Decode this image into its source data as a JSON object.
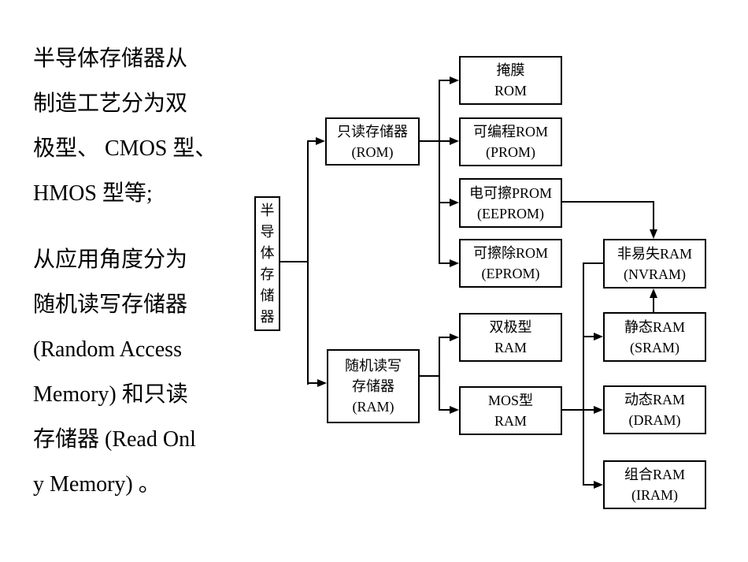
{
  "slide": {
    "background": "#ffffff",
    "text_color": "#000000",
    "line_color": "#000000"
  },
  "intro": {
    "paragraph1": {
      "lines": [
        "半导体存储器从",
        "制造工艺分为双",
        "极型、 CMOS 型、",
        "HMOS 型等;"
      ]
    },
    "paragraph2": {
      "lines": [
        "从应用角度分为",
        "随机读写存储器",
        "(Random Access",
        "Memory) 和只读",
        "存储器 (Read Onl",
        "y Memory) 。"
      ]
    }
  },
  "diagram": {
    "root": {
      "label": "半导体存储器",
      "chars": [
        "半",
        "导",
        "体",
        "存",
        "储",
        "器"
      ]
    },
    "rom": {
      "lines": [
        "只读存储器",
        "(ROM)"
      ]
    },
    "ram": {
      "lines": [
        "随机读写",
        "存储器",
        "(RAM)"
      ]
    },
    "rom_children": [
      {
        "lines": [
          "掩膜",
          "ROM"
        ]
      },
      {
        "lines": [
          "可编程ROM",
          "(PROM)"
        ]
      },
      {
        "lines": [
          "电可擦PROM",
          "(EEPROM)"
        ]
      },
      {
        "lines": [
          "可擦除ROM",
          "(EPROM)"
        ]
      }
    ],
    "ram_children": [
      {
        "lines": [
          "双极型",
          "RAM"
        ]
      },
      {
        "lines": [
          "MOS型",
          "RAM"
        ]
      }
    ],
    "right_column": [
      {
        "lines": [
          "非易失RAM",
          "(NVRAM)"
        ]
      },
      {
        "lines": [
          "静态RAM",
          "(SRAM)"
        ]
      },
      {
        "lines": [
          "动态RAM",
          "(DRAM)"
        ]
      },
      {
        "lines": [
          "组合RAM",
          "(IRAM)"
        ]
      }
    ]
  }
}
